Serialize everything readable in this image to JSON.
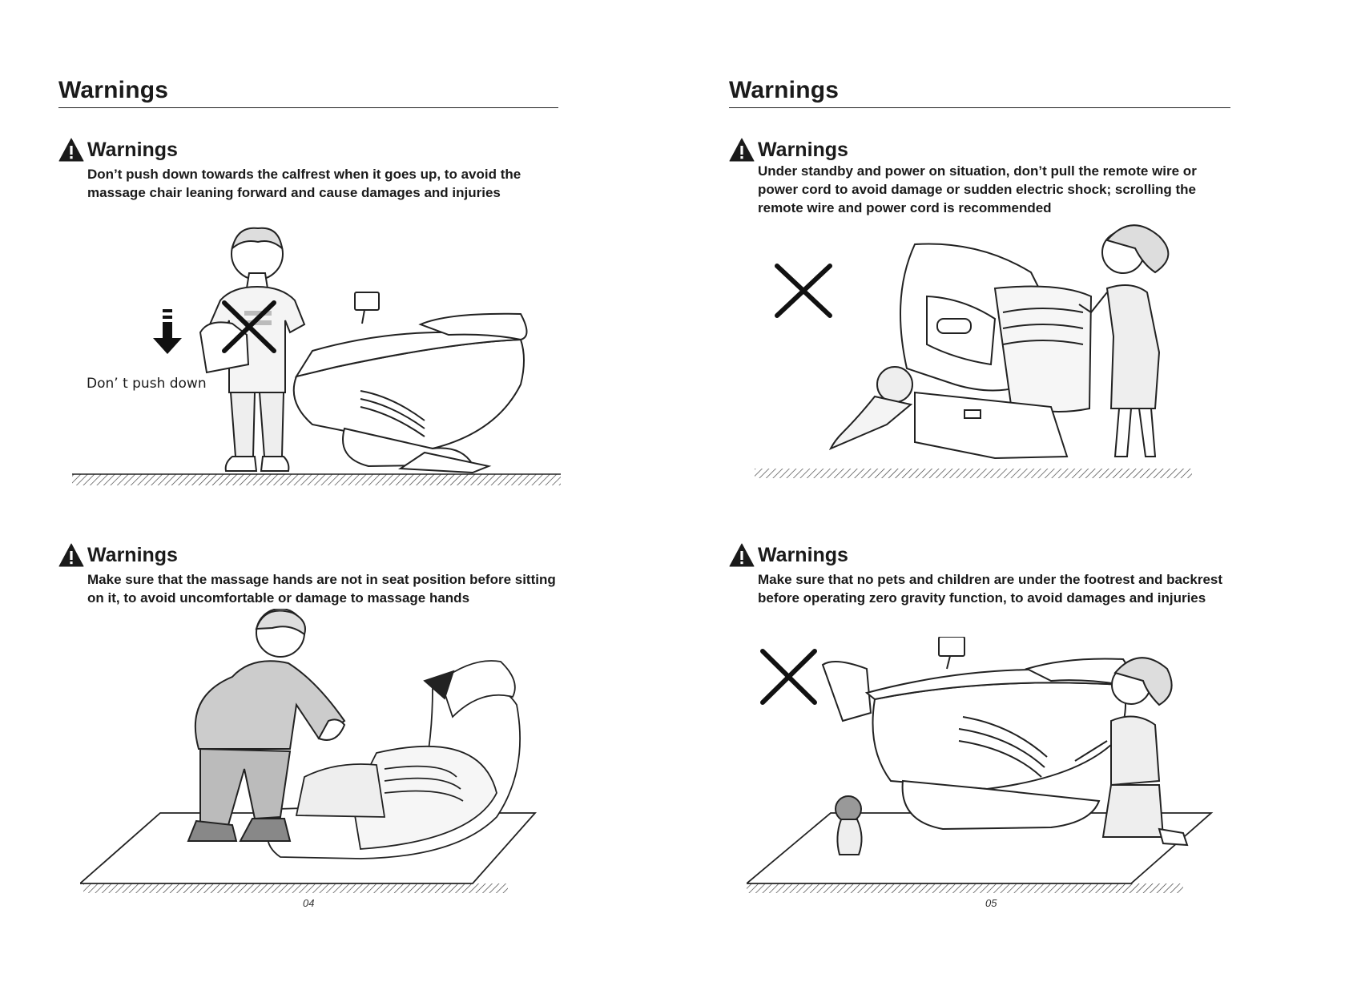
{
  "pages": [
    {
      "title": "Warnings",
      "page_number": "04",
      "warnings": [
        {
          "heading": "Warnings",
          "text": "Don’t push down towards the calfrest when it goes up, to avoid the\nmassage chair leaning forward and cause damages and injuries",
          "illustration_label": "Don’ t push down"
        },
        {
          "heading": "Warnings",
          "text": "Make sure that the massage hands are not in seat position before sitting\non it, to avoid uncomfortable or damage to massage hands"
        }
      ]
    },
    {
      "title": "Warnings",
      "page_number": "05",
      "warnings": [
        {
          "heading": "Warnings",
          "text": "Under standby and power on situation, don’t pull the remote wire or\npower cord to avoid damage or sudden electric shock; scrolling the\nremote wire and power cord is recommended"
        },
        {
          "heading": "Warnings",
          "text": "Make sure that no pets and children are under the footrest and backrest\nbefore operating zero gravity function, to avoid damages and injuries"
        }
      ]
    }
  ],
  "icons": {
    "warning": "warning-triangle-icon",
    "prohibited": "prohibited-x-icon",
    "arrow": "down-arrow-icon"
  }
}
